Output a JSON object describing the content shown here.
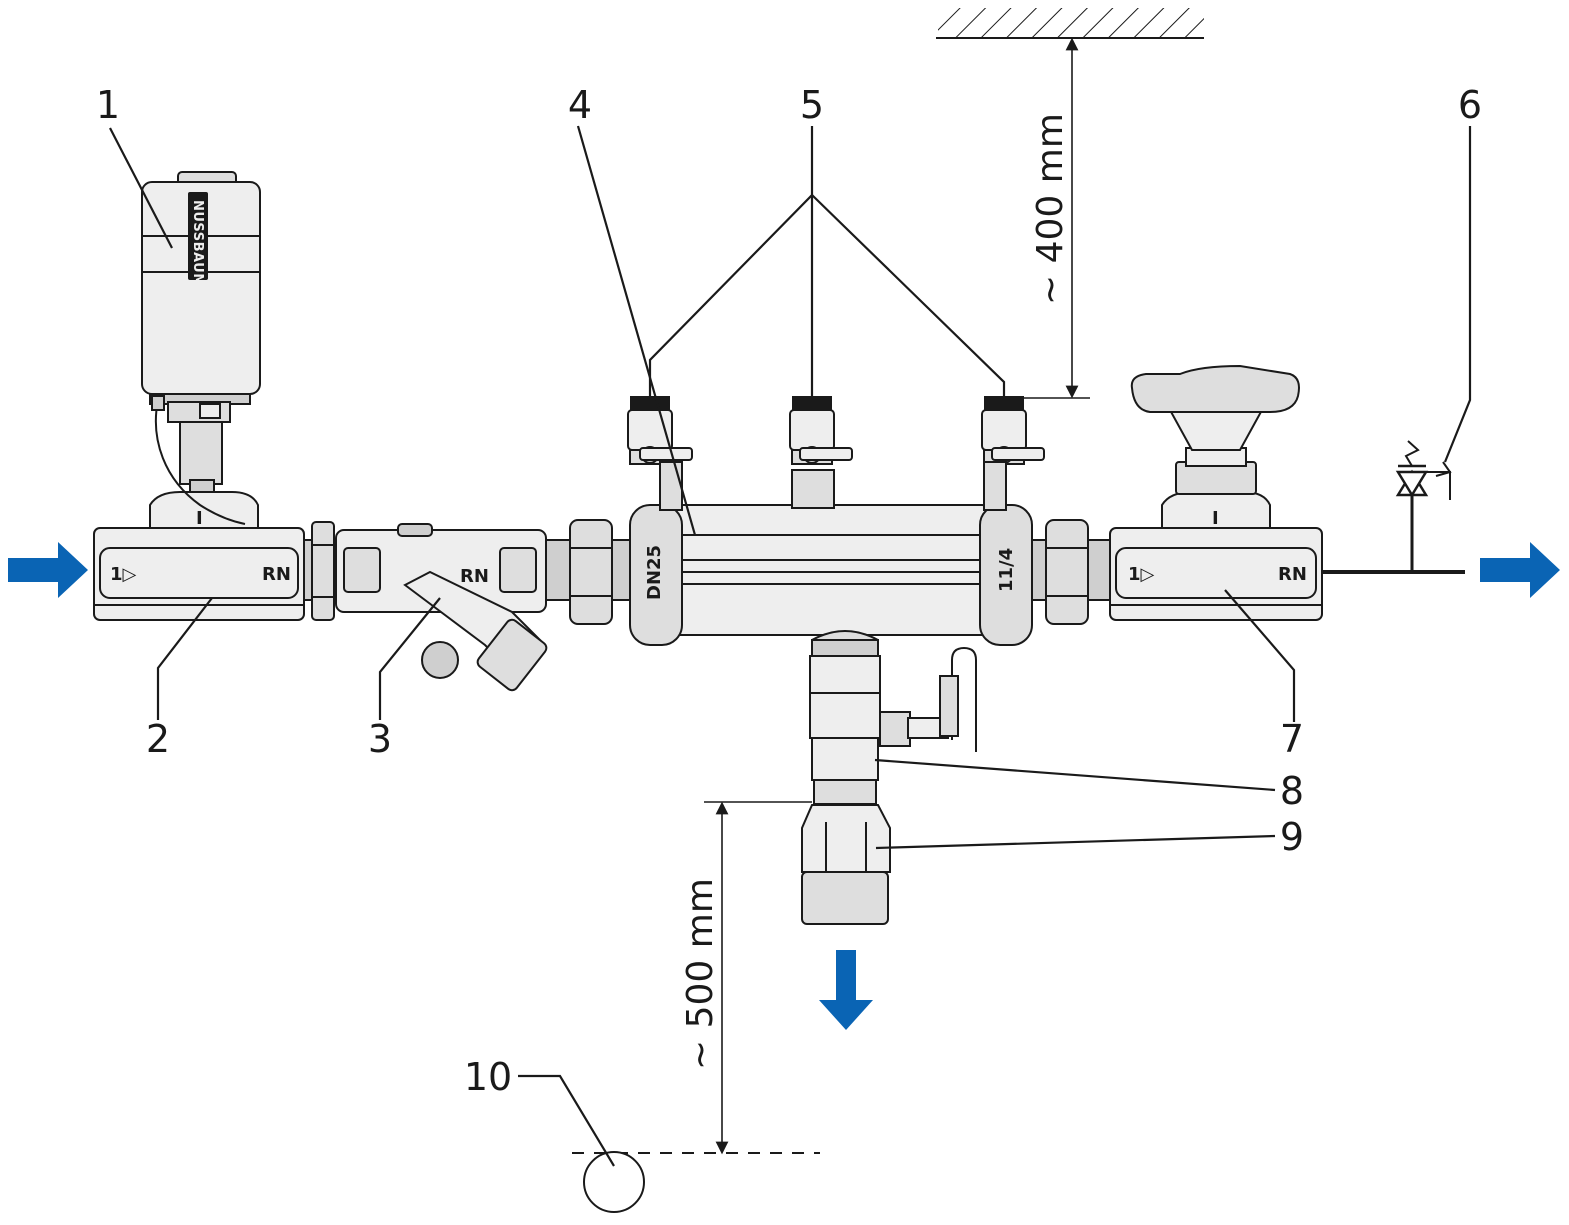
{
  "callouts": [
    "1",
    "2",
    "3",
    "4",
    "5",
    "6",
    "7",
    "8",
    "9",
    "10"
  ],
  "dimensions": {
    "top": "~ 400 mm",
    "bottom": "~ 500 mm"
  },
  "markings": {
    "valve_left_left": "1▷",
    "valve_left_right": "RN",
    "valve_right_left": "1▷",
    "valve_right_right": "RN",
    "strainer": "RN",
    "dn": "DN25",
    "size": "11/4",
    "brand": "NUSSBAUM"
  },
  "colors": {
    "flow_arrow": "#0a64b4",
    "outline": "#1a1a1a"
  }
}
